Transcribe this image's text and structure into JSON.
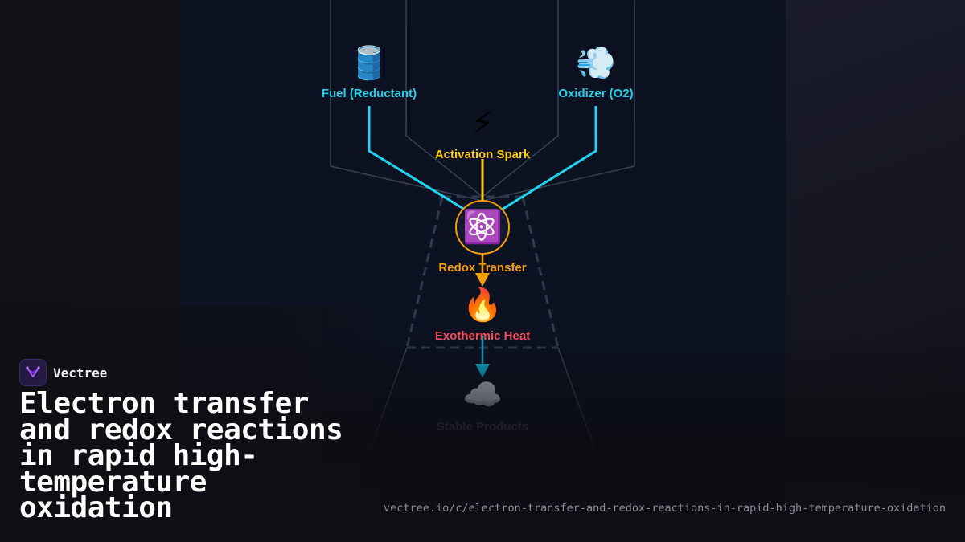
{
  "brand": {
    "name": "Vectree"
  },
  "headline": "Electron transfer and redox reactions in rapid high-temperature oxidation",
  "url": "vectree.io/c/electron-transfer-and-redox-reactions-in-rapid-high-temperature-oxidation",
  "colors": {
    "cyan": "#22d3ee",
    "yellow": "#facc15",
    "orange": "#f59e0b",
    "red": "#f0505c",
    "teal": "#0ea5c6",
    "muted": "#374151"
  },
  "nodes": {
    "fuel": {
      "icon": "🛢️",
      "icon_name": "oil-barrel-icon",
      "label": "Fuel (Reductant)"
    },
    "oxidizer": {
      "icon": "💨",
      "icon_name": "wind-icon",
      "label": "Oxidizer (O2)"
    },
    "spark": {
      "icon": "⚡",
      "icon_name": "lightning-icon",
      "label": "Activation Spark"
    },
    "redox": {
      "icon": "⚛️",
      "icon_name": "atom-icon",
      "label": "Redox Transfer"
    },
    "heat": {
      "icon": "🔥",
      "icon_name": "fire-icon",
      "label": "Exothermic Heat"
    },
    "products": {
      "icon": "☁️",
      "icon_name": "cloud-icon",
      "label": "Stable Products"
    }
  }
}
